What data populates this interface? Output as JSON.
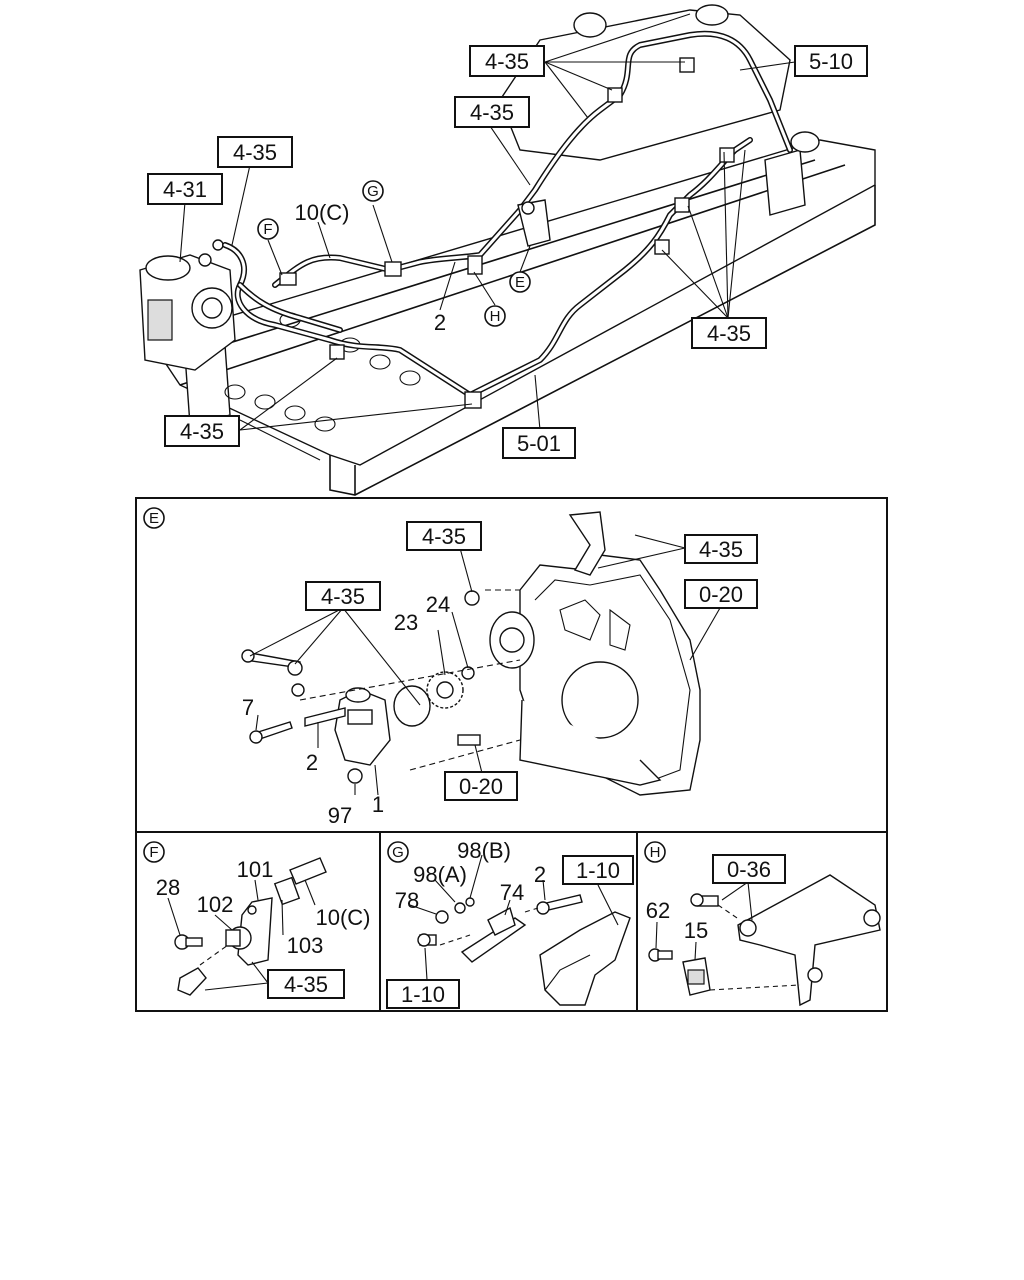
{
  "overview": {
    "refs": {
      "r_4_35_top": "4-35",
      "r_5_10": "5-10",
      "r_4_35_mid": "4-35",
      "r_4_35_left": "4-35",
      "r_4_31": "4-31",
      "r_4_35_right": "4-35",
      "r_4_35_bottom": "4-35",
      "r_5_01": "5-01"
    },
    "callouts": {
      "F": "F",
      "G": "G",
      "H": "H",
      "E": "E"
    },
    "parts": {
      "p10c": "10(C)",
      "p2": "2"
    }
  },
  "panel_e": {
    "tag": "E",
    "refs": {
      "r_4_35_a": "4-35",
      "r_4_35_b": "4-35",
      "r_4_35_c": "4-35",
      "r_0_20_a": "0-20",
      "r_0_20_b": "0-20"
    },
    "parts": {
      "p24": "24",
      "p23": "23",
      "p7": "7",
      "p2": "2",
      "p97": "97",
      "p1": "1"
    }
  },
  "panel_f": {
    "tag": "F",
    "refs": {
      "r_4_35": "4-35"
    },
    "parts": {
      "p101": "101",
      "p28": "28",
      "p102": "102",
      "p103": "103",
      "p10c": "10(C)"
    }
  },
  "panel_g": {
    "tag": "G",
    "refs": {
      "r_1_10_a": "1-10",
      "r_1_10_b": "1-10"
    },
    "parts": {
      "p98b": "98(B)",
      "p98a": "98(A)",
      "p2": "2",
      "p78": "78",
      "p74": "74"
    }
  },
  "panel_h": {
    "tag": "H",
    "refs": {
      "r_0_36": "0-36"
    },
    "parts": {
      "p62": "62",
      "p15": "15"
    }
  }
}
